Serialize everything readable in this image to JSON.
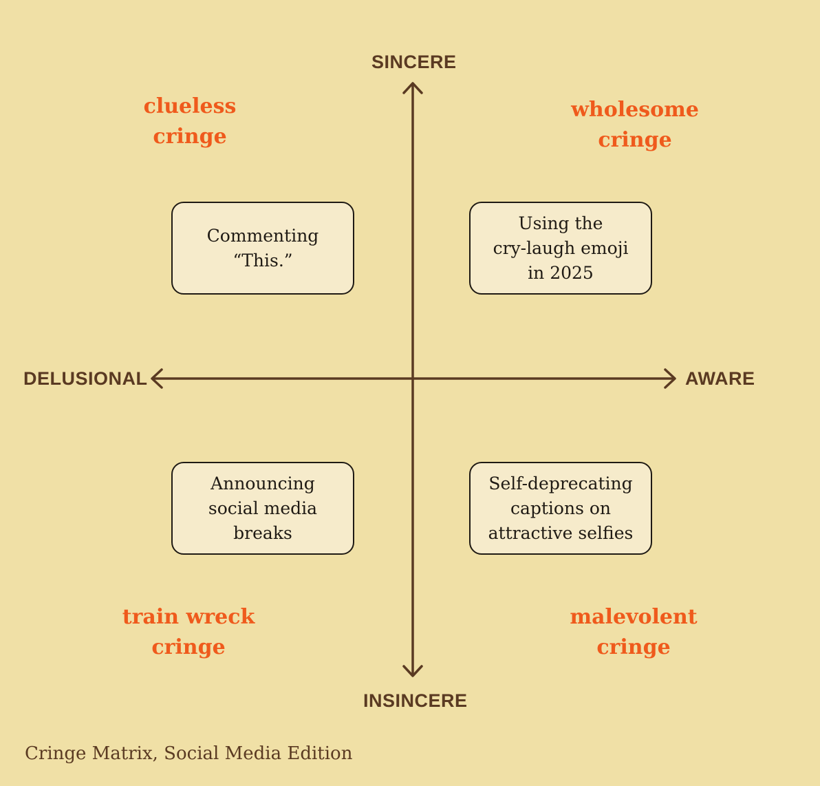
{
  "axes": {
    "top": "SINCERE",
    "bottom": "INSINCERE",
    "left": "DELUSIONAL",
    "right": "AWARE"
  },
  "quadrants": {
    "top_left": [
      "clueless",
      "cringe"
    ],
    "top_right": [
      "wholesome",
      "cringe"
    ],
    "bottom_left": [
      "train wreck",
      "cringe"
    ],
    "bottom_right": [
      "malevolent",
      "cringe"
    ]
  },
  "boxes": {
    "top_left": "Commenting\n“This.”",
    "top_right": "Using the\ncry-laugh emoji\nin 2025",
    "bottom_left": "Announcing\nsocial media\nbreaks",
    "bottom_right": "Self-deprecating\ncaptions on\nattractive selfies"
  },
  "caption": "Cringe Matrix, Social Media Edition",
  "colors": {
    "background": "#f0e0a6",
    "axis": "#5a3a22",
    "quadrant_label": "#ef5a1c",
    "box_fill": "#f6ebcb",
    "box_border": "#1f1a14"
  }
}
